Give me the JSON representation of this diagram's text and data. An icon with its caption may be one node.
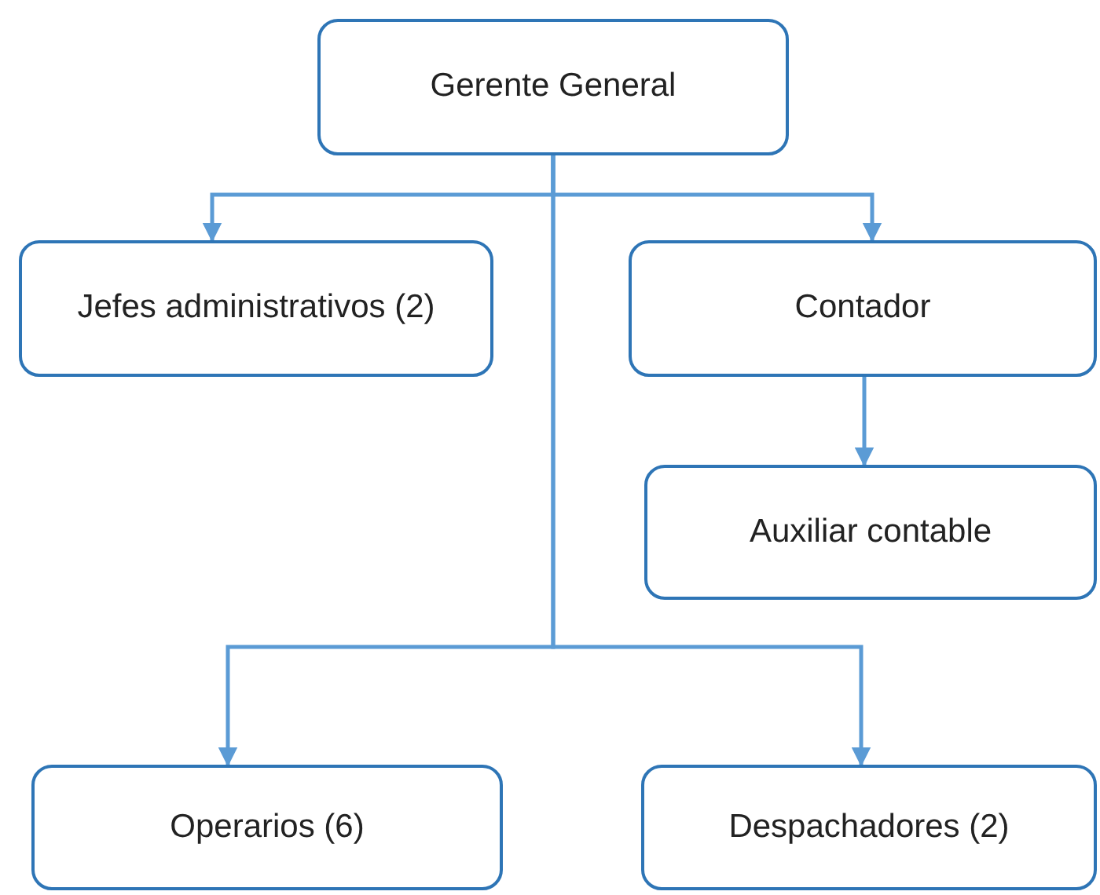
{
  "diagram": {
    "nodes": [
      {
        "text": [
          "Gerente General"
        ]
      },
      {
        "text": [
          "Jefes administrativos (2)"
        ]
      },
      {
        "text": [
          "Contador"
        ]
      },
      {
        "text": [
          "Auxiliar contable"
        ]
      },
      {
        "text": [
          "Operarios (6)"
        ]
      },
      {
        "text": [
          "Despachadores (2)"
        ]
      }
    ],
    "edges": [
      {
        "from": 0,
        "to": 1,
        "arrow": "to"
      },
      {
        "from": 0,
        "to": 2,
        "arrow": "to"
      },
      {
        "from": 2,
        "to": 3,
        "arrow": "to"
      },
      {
        "from": 0,
        "to": 4,
        "arrow": "to"
      },
      {
        "from": 0,
        "to": 5,
        "arrow": "to"
      }
    ]
  }
}
